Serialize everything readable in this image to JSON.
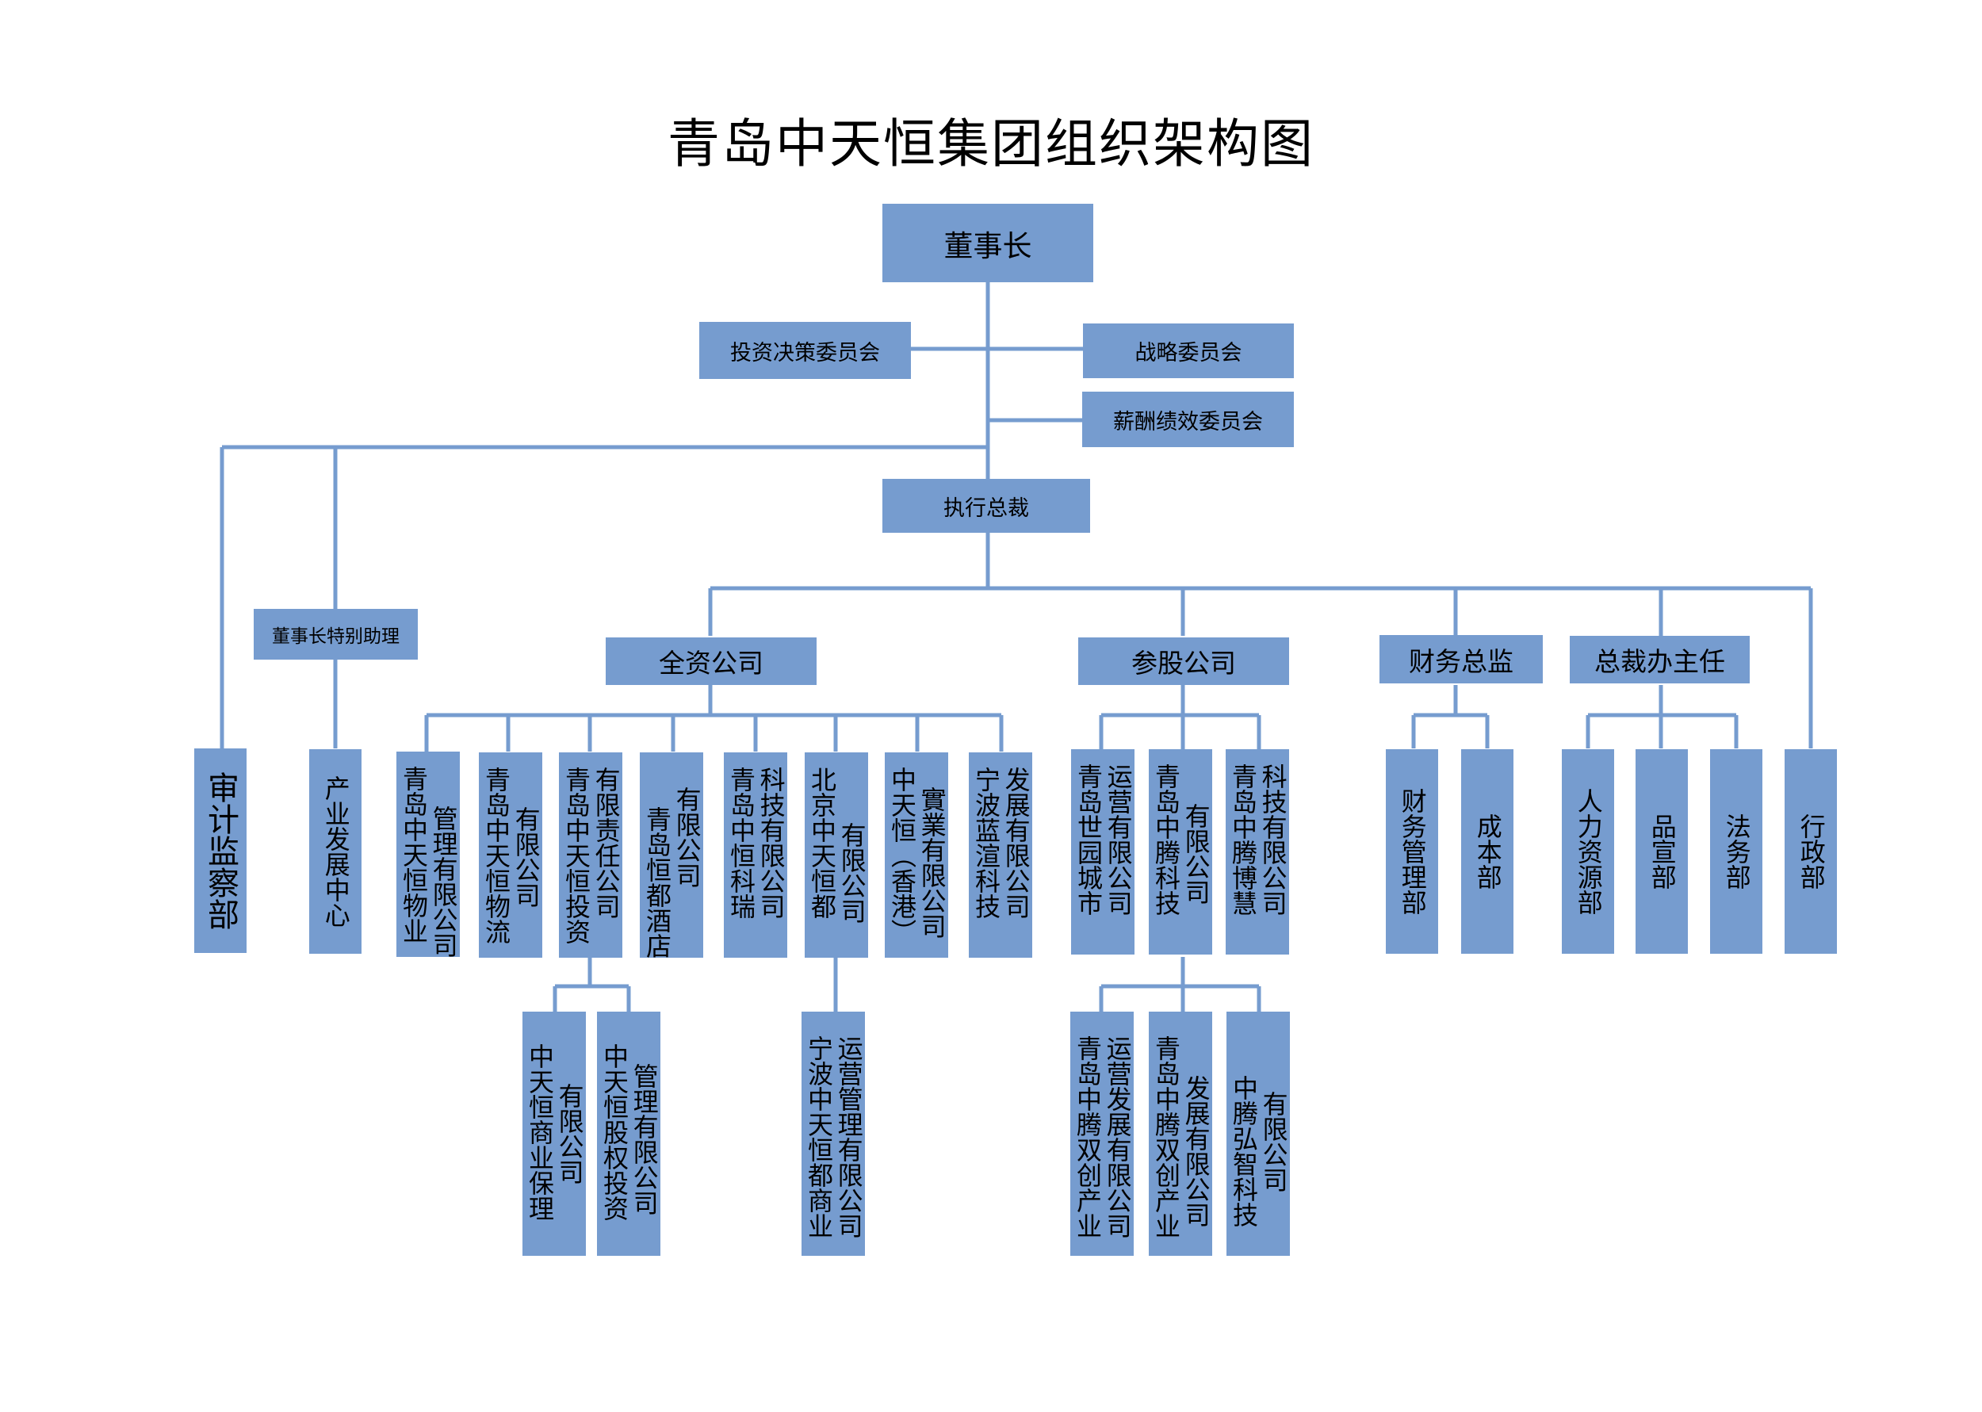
{
  "title": "青岛中天恒集团组织架构图",
  "colors": {
    "box_fill": "#769ccf",
    "line": "#769ccf",
    "text": "#000000"
  },
  "nodes": {
    "chairman": "董事长",
    "investment_committee": "投资决策委员会",
    "strategy_committee": "战略委员会",
    "compensation_committee": "薪酬绩效委员会",
    "executive_president": "执行总裁",
    "chairman_assistant": "董事长特别助理",
    "wholly_owned": "全资公司",
    "shareholding": "参股公司",
    "cfo": "财务总监",
    "president_office_director": "总裁办主任"
  },
  "vertical_boxes": {
    "audit": [
      "审计监察部"
    ],
    "industry_dev": [
      "产业发展中心"
    ],
    "wo_1": [
      "青岛中天恒物业",
      "管理有限公司"
    ],
    "wo_2": [
      "青岛中天恒物流",
      "有限公司"
    ],
    "wo_3": [
      "青岛中天恒投资",
      "有限责任公司"
    ],
    "wo_4": [
      "青岛恒都酒店",
      "有限公司"
    ],
    "wo_5": [
      "青岛中恒科瑞",
      "科技有限公司"
    ],
    "wo_6": [
      "北京中天恒都",
      "有限公司"
    ],
    "wo_7": [
      "中天恒（香港）",
      "實業有限公司"
    ],
    "wo_8": [
      "宁波蓝渲科技",
      "发展有限公司"
    ],
    "wo_3_a": [
      "中天恒商业保理",
      "有限公司"
    ],
    "wo_3_b": [
      "中天恒股权投资",
      "管理有限公司"
    ],
    "wo_6_a": [
      "宁波中天恒都商业",
      "运营管理有限公司"
    ],
    "sh_1": [
      "青岛世园城市",
      "运营有限公司"
    ],
    "sh_2": [
      "青岛中腾科技",
      "有限公司"
    ],
    "sh_3": [
      "青岛中腾博慧",
      "科技有限公司"
    ],
    "sh_2_a": [
      "青岛中腾双创产业",
      "运营发展有限公司"
    ],
    "sh_2_b": [
      "青岛中腾双创产业",
      "发展有限公司"
    ],
    "sh_2_c": [
      "中腾弘智科技",
      "有限公司"
    ],
    "finance_mgmt": [
      "财务管理部"
    ],
    "cost": [
      "成本部"
    ],
    "hr": [
      "人力资源部"
    ],
    "branding": [
      "品宣部"
    ],
    "legal": [
      "法务部"
    ],
    "admin": [
      "行政部"
    ]
  }
}
